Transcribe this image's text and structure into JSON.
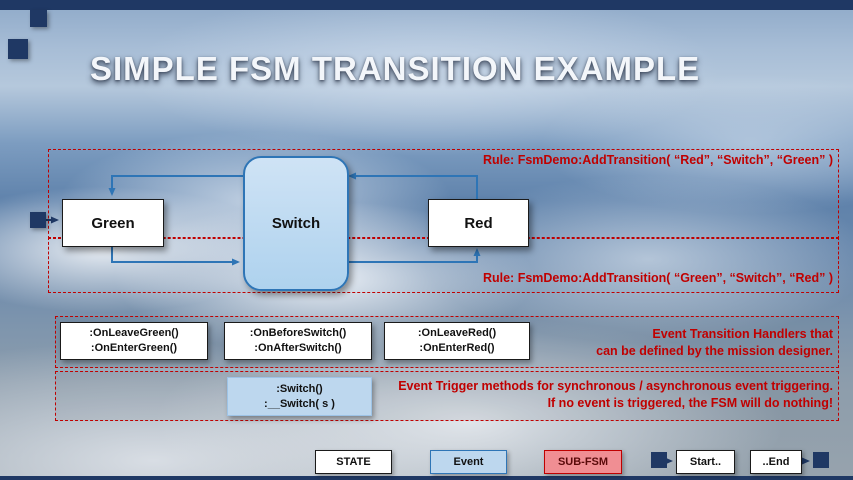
{
  "title": "SIMPLE FSM TRANSITION EXAMPLE",
  "diagram": {
    "rule_top": "Rule: FsmDemo:AddTransition( “Red”, “Switch”, “Green” )",
    "rule_bottom": "Rule: FsmDemo:AddTransition( “Green”, “Switch”, “Red” )",
    "state_green": "Green",
    "event_switch": "Switch",
    "state_red": "Red"
  },
  "handlers": {
    "green_line1": ":OnLeaveGreen()",
    "green_line2": ":OnEnterGreen()",
    "switch_line1": ":OnBeforeSwitch()",
    "switch_line2": ":OnAfterSwitch()",
    "red_line1": ":OnLeaveRed()",
    "red_line2": ":OnEnterRed()",
    "note_line1": "Event Transition Handlers that",
    "note_line2": "can be defined by the mission designer."
  },
  "triggers": {
    "line1": ":Switch()",
    "line2": ":__Switch( s )",
    "note_line1": "Event Trigger methods for synchronous / asynchronous event triggering.",
    "note_line2": "If no event is triggered, the FSM will do nothing!"
  },
  "legend": {
    "state": "STATE",
    "event": "Event",
    "subfsm": "SUB-FSM",
    "start": "Start..",
    "end": "..End"
  },
  "colors": {
    "accent_red": "#C00000",
    "navy": "#1F3864",
    "state_fill": "#FFFFFF",
    "event_fill": "#BDD7EE",
    "event_border": "#2E75B6",
    "subfsm_fill": "#F08E93"
  }
}
